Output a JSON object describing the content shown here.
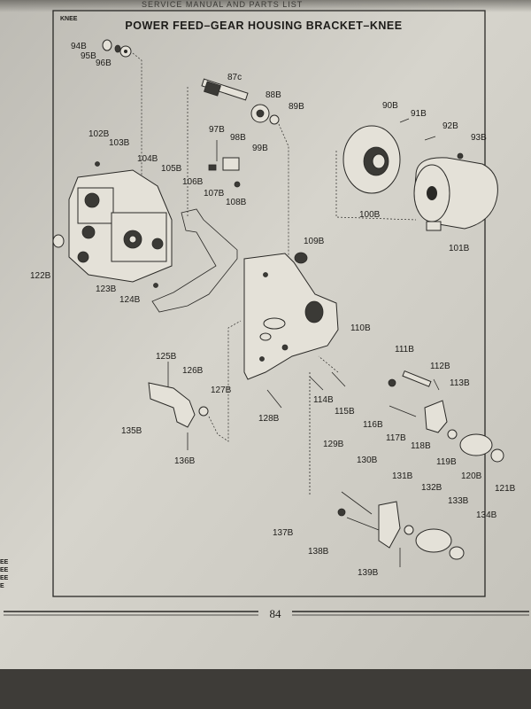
{
  "header": {
    "running_head": "SERVICE MANUAL AND PARTS LIST",
    "section": "KNEE",
    "title": "POWER FEED–GEAR HOUSING BRACKET–KNEE"
  },
  "parts": {
    "p94B": "94B",
    "p95B": "95B",
    "p96B": "96B",
    "p87C": "87c",
    "p88B": "88B",
    "p89B": "89B",
    "p90B": "90B",
    "p91B": "91B",
    "p92B": "92B",
    "p93B": "93B",
    "p97B": "97B",
    "p98B": "98B",
    "p99B": "99B",
    "p102B": "102B",
    "p103B": "103B",
    "p104B": "104B",
    "p105B": "105B",
    "p106B": "106B",
    "p107B": "107B",
    "p108B": "108B",
    "p100B": "100B",
    "p101B": "101B",
    "p109B": "109B",
    "p122B": "122B",
    "p123B": "123B",
    "p124B": "124B",
    "p110B": "110B",
    "p111B": "111B",
    "p112B": "112B",
    "p113B": "113B",
    "p125B": "125B",
    "p126B": "126B",
    "p127B": "127B",
    "p114B": "114B",
    "p115B": "115B",
    "p116B": "116B",
    "p117B": "117B",
    "p118B": "118B",
    "p119B": "119B",
    "p120B": "120B",
    "p121B": "121B",
    "p128B": "128B",
    "p135B": "135B",
    "p136B": "136B",
    "p129B": "129B",
    "p130B": "130B",
    "p131B": "131B",
    "p132B": "132B",
    "p133B": "133B",
    "p134B": "134B",
    "p137B": "137B",
    "p138B": "138B",
    "p139B": "139B"
  },
  "footer": {
    "page_number": "84"
  },
  "margin_marks": [
    "EE",
    "EE",
    "EE",
    "E"
  ]
}
